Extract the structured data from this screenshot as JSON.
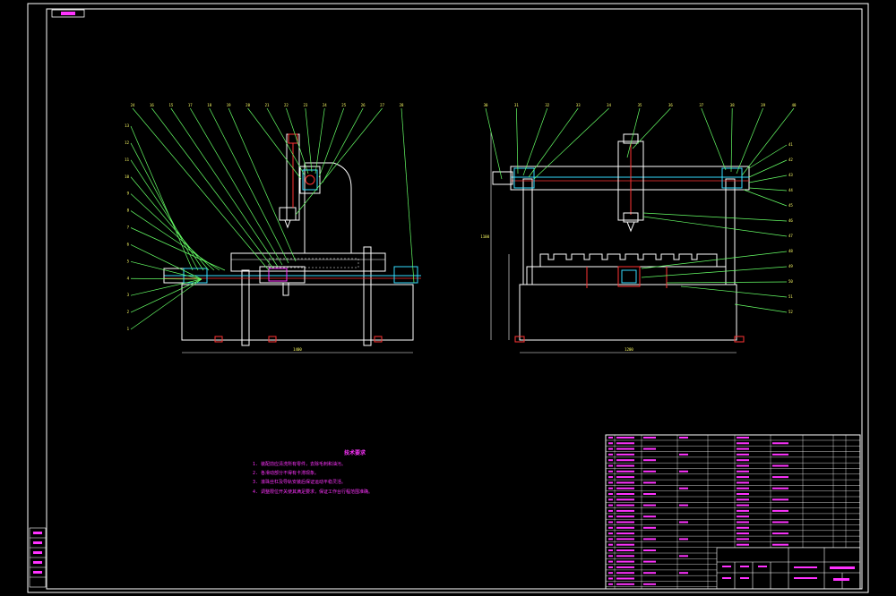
{
  "drawing": {
    "colors": {
      "background": "#000000",
      "frame": "#ffffff",
      "leader": "#66ff66",
      "balloon_text": "#ffff66",
      "notes_text": "#ff33ff",
      "part_cyan": "#33ddff",
      "part_red": "#ff3333",
      "part_magenta": "#ff33ff"
    },
    "notes": {
      "title": "技术要求",
      "items": [
        "1. 装配前应清洗所有零件，去除毛刺和油污。",
        "2. 各滑动部分不得有卡滞现象。",
        "3. 滚珠丝杠及导轨安装后保证运动平稳灵活。",
        "4. 调整限位开关使其满足要求，保证工作台行程范围准确。"
      ]
    },
    "left_view": {
      "balloons_top": [
        "24",
        "16",
        "15",
        "17",
        "18",
        "19",
        "20",
        "21",
        "22",
        "23",
        "24",
        "25",
        "26",
        "27",
        "28"
      ],
      "balloons_side": [
        "13",
        "12",
        "11",
        "10",
        "9",
        "8",
        "7",
        "6",
        "5",
        "4",
        "3",
        "2",
        "1"
      ],
      "dim_width": "1400"
    },
    "right_view": {
      "balloons_top": [
        "30",
        "31",
        "32",
        "33",
        "34",
        "35",
        "36",
        "37",
        "38",
        "39",
        "40"
      ],
      "balloons_side": [
        "41",
        "42",
        "43",
        "44",
        "45",
        "46",
        "47",
        "48",
        "49",
        "50",
        "51",
        "52"
      ],
      "dim_width": "1200",
      "dim_height": "1100"
    }
  }
}
